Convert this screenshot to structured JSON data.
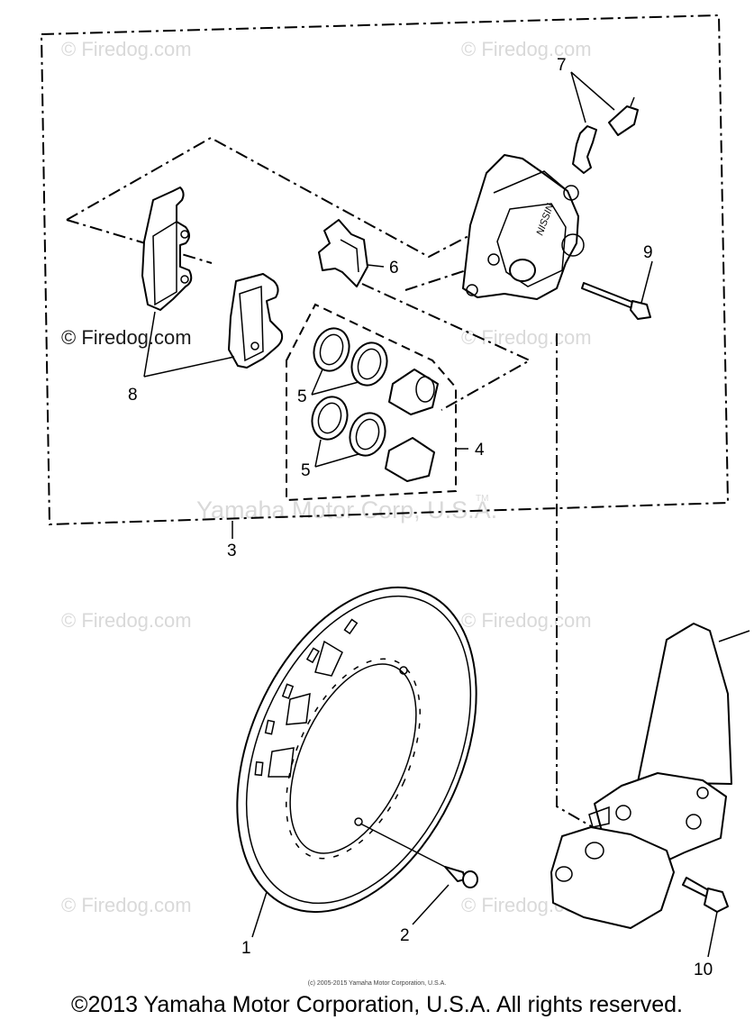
{
  "watermarks": {
    "firedog": "© Firedog.com",
    "yamaha": "Yamaha Motor Corp, U.S.A.",
    "tm": "TM"
  },
  "callouts": {
    "c1": "1",
    "c2": "2",
    "c3": "3",
    "c4": "4",
    "c5a": "5",
    "c5b": "5",
    "c6": "6",
    "c7": "7",
    "c8": "8",
    "c9": "9",
    "c10": "10"
  },
  "caliper_brand": "NISSIN",
  "footer": {
    "small_copyright": "(c) 2005-2015 Yamaha Motor Corporation, U.S.A.",
    "copyright": "©2013 Yamaha Motor Corporation, U.S.A. All rights reserved."
  },
  "colors": {
    "ink": "#000000",
    "watermark": "#d9d9d9",
    "background": "#ffffff"
  }
}
